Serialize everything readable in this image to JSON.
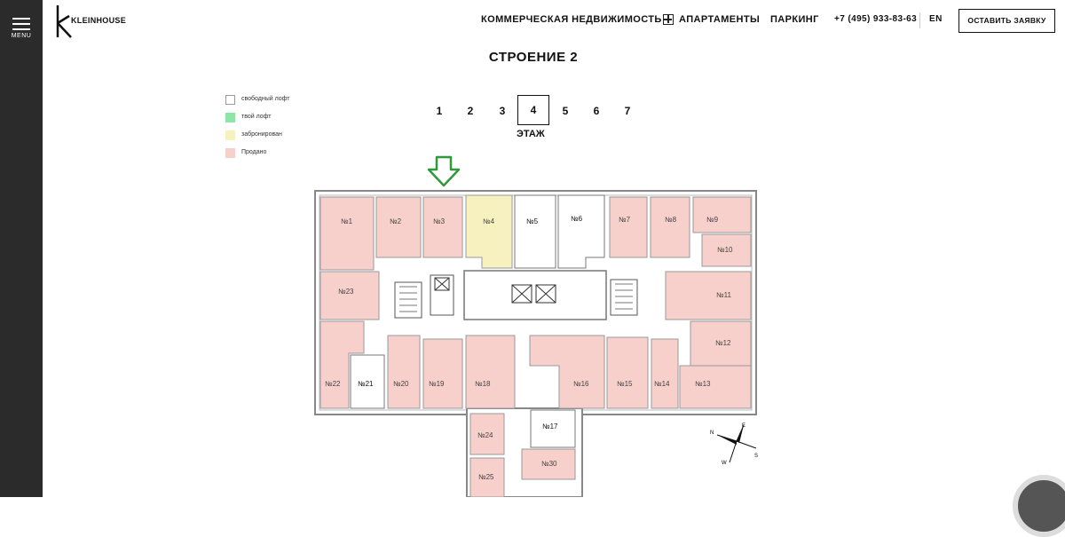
{
  "sidebar": {
    "menu_label": "MENU"
  },
  "header": {
    "logo_text": "KLEINHOUSE",
    "nav": {
      "commercial": "КОММЕРЧЕСКАЯ НЕДВИЖИМОСТЬ",
      "apartments": "АПАРТАМЕНТЫ",
      "parking": "ПАРКИНГ",
      "phone": "+7 (495) 933-83-63",
      "lang": "EN"
    },
    "request_button": "ОСТАВИТЬ ЗАЯВКУ"
  },
  "building_title": "СТРОЕНИЕ 2",
  "legend": [
    {
      "label": "свободный лофт",
      "color": "#ffffff"
    },
    {
      "label": "твой лофт",
      "color": "#8ee6a6"
    },
    {
      "label": "забронирован",
      "color": "#f7f1c0"
    },
    {
      "label": "Продано",
      "color": "#f7cfcb"
    }
  ],
  "floors": {
    "items": [
      "1",
      "2",
      "3",
      "4",
      "5",
      "6",
      "7"
    ],
    "active": "4",
    "label": "ЭТАЖ"
  },
  "units": [
    {
      "id": "№1",
      "status": "sold"
    },
    {
      "id": "№2",
      "status": "sold"
    },
    {
      "id": "№3",
      "status": "sold"
    },
    {
      "id": "№4",
      "status": "reserved"
    },
    {
      "id": "№5",
      "status": "free"
    },
    {
      "id": "№6",
      "status": "free"
    },
    {
      "id": "№7",
      "status": "sold"
    },
    {
      "id": "№8",
      "status": "sold"
    },
    {
      "id": "№9",
      "status": "sold"
    },
    {
      "id": "№10",
      "status": "sold"
    },
    {
      "id": "№11",
      "status": "sold"
    },
    {
      "id": "№12",
      "status": "sold"
    },
    {
      "id": "№13",
      "status": "sold"
    },
    {
      "id": "№14",
      "status": "sold"
    },
    {
      "id": "№15",
      "status": "sold"
    },
    {
      "id": "№16",
      "status": "sold"
    },
    {
      "id": "№17",
      "status": "free"
    },
    {
      "id": "№18",
      "status": "sold"
    },
    {
      "id": "№19",
      "status": "sold"
    },
    {
      "id": "№20",
      "status": "sold"
    },
    {
      "id": "№21",
      "status": "free"
    },
    {
      "id": "№22",
      "status": "sold"
    },
    {
      "id": "№23",
      "status": "sold"
    },
    {
      "id": "№24",
      "status": "sold"
    },
    {
      "id": "№25",
      "status": "sold"
    },
    {
      "id": "№30",
      "status": "sold"
    }
  ],
  "status_colors": {
    "sold": "#f7cfcb",
    "reserved": "#f7f1c0",
    "free": "#ffffff"
  },
  "compass": {
    "letters": [
      "N",
      "S",
      "E",
      "W"
    ]
  }
}
